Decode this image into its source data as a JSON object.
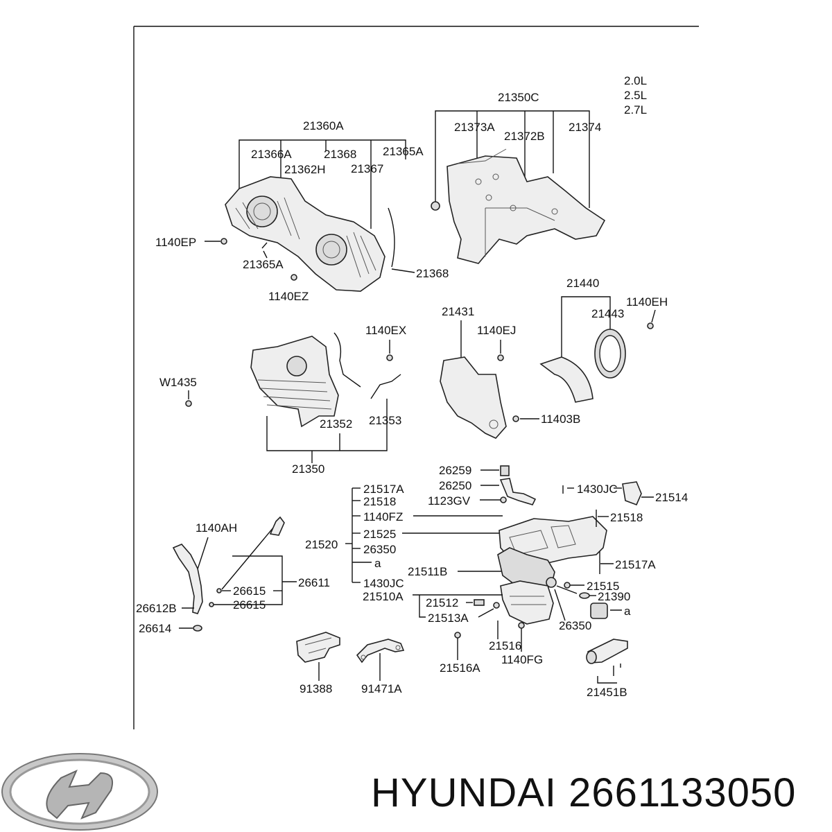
{
  "engine_variants": [
    "2.0L",
    "2.5L",
    "2.7L"
  ],
  "part_labels": {
    "21350C": "21350C",
    "21373A": "21373A",
    "21372B": "21372B",
    "21374": "21374",
    "21360A": "21360A",
    "21366A": "21366A",
    "21368_top": "21368",
    "21365A_top": "21365A",
    "21362H": "21362H",
    "21367": "21367",
    "1140EP": "1140EP",
    "21365A_bot": "21365A",
    "21368_bot": "21368",
    "1140EZ": "1140EZ",
    "21440": "21440",
    "1140EH": "1140EH",
    "21443": "21443",
    "21431": "21431",
    "1140EJ": "1140EJ",
    "1140EX": "1140EX",
    "W1435": "W1435",
    "21352": "21352",
    "21353": "21353",
    "11403B": "11403B",
    "21350": "21350",
    "26259": "26259",
    "26250": "26250",
    "1123GV": "1123GV",
    "21517A_l": "21517A",
    "21518_l": "21518",
    "1140FZ": "1140FZ",
    "21525": "21525",
    "26350_l": "26350",
    "a_l": "a",
    "1430JC_l": "1430JC",
    "21520": "21520",
    "21511B": "21511B",
    "21510A": "21510A",
    "21512": "21512",
    "21513A": "21513A",
    "1430JC_r": "1430JC",
    "21514": "21514",
    "21518_r": "21518",
    "21517A_r": "21517A",
    "21515": "21515",
    "21390": "21390",
    "a_r": "a",
    "26350_r": "26350",
    "21516": "21516",
    "1140FG": "1140FG",
    "21516A": "21516A",
    "1140AH": "1140AH",
    "26611": "26611",
    "26615_a": "26615",
    "26615_b": "26615",
    "26612B": "26612B",
    "26614": "26614",
    "91388": "91388",
    "91471A": "91471A",
    "21451B": "21451B"
  },
  "brand": {
    "logo": "hyundai-logo",
    "text": "HYUNDAI 2661133050"
  }
}
